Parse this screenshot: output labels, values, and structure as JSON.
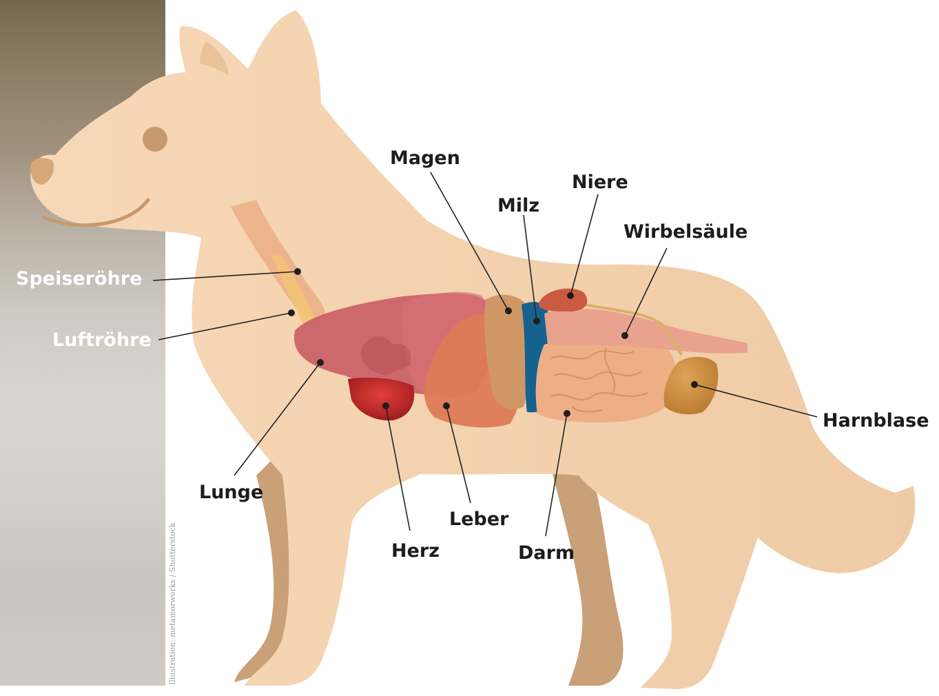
{
  "labels": {
    "speiseroehre": "Speiseröhre",
    "luftroehre": "Luftröhre",
    "lunge": "Lunge",
    "herz": "Herz",
    "leber": "Leber",
    "magen": "Magen",
    "milz": "Milz",
    "niere": "Niere",
    "wirbelsaeule": "Wirbelsäule",
    "darm": "Darm",
    "harnblase": "Harnblase"
  },
  "credit": "Illustration: metamorworks / Shutterstock",
  "colors": {
    "body": "#f5d3b0",
    "body_shadow": "#c9a077",
    "lung": "#c95f66",
    "heart": "#b42a28",
    "liver": "#dd7a56",
    "stomach": "#cf9766",
    "spleen": "#15628f",
    "kidney": "#cc5a42",
    "spine": "#e9a28d",
    "intestine": "#eeae86",
    "bladder": "#c6883e",
    "leader_line": "#222222"
  }
}
